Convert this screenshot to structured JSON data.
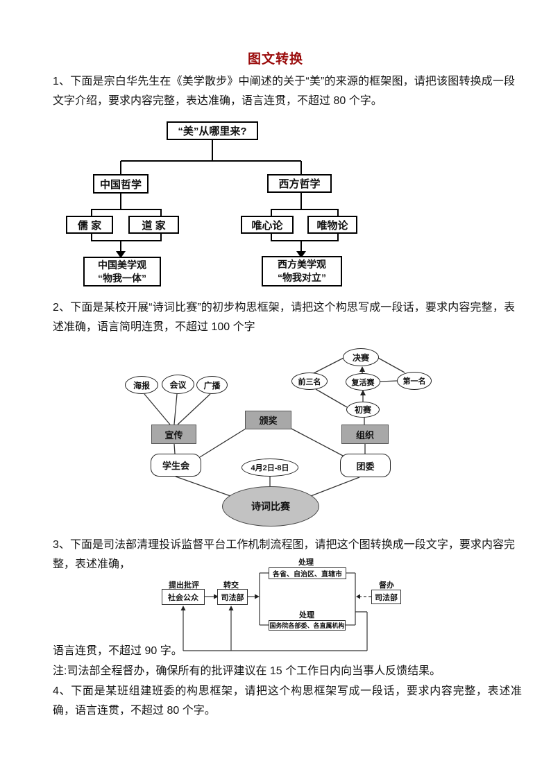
{
  "title": "图文转换",
  "colors": {
    "title_red": "#9a0b0b",
    "gray_node_fill": "#a8a8a8",
    "big_ellipse_fill": "#c2c2c2"
  },
  "paragraphs": {
    "p1": "1、下面是宗白华先生在《美学散步》中阐述的关于“美”的来源的框架图，请把该图转换成一段文字介绍，要求内容完整，表达准确，语言连贯，不超过 80 个字。",
    "p2": "2、下面是某校开展“诗词比赛”的初步构思框架，请把这个构思写成一段话，要求内容完整，表述准确，语言简明连贯，不超过 100 个字",
    "p3a": "3、下面是司法部清理投诉监督平台工作机制流程图，请把这个图转换成一段文字，要求内容完整，表述准确，",
    "p3b": "语言连贯，不超过 90 字。",
    "note": "注:司法部全程督办，确保所有的批评建议在 15 个工作日内向当事人反馈结果。",
    "p4": "4、下面是某班组建班委的构思框架，请把这个构思框架写成一段话，要求内容完整，表述准确，语言连贯，不超过 80 个字。"
  },
  "diagram1": {
    "root": "“美”从哪里来?",
    "china": "中国哲学",
    "west": "西方哲学",
    "rujia": "儒 家",
    "daojia": "道 家",
    "weixinlun": "唯心论",
    "weiwulun": "唯物论",
    "china_result_line1": "中国美学观",
    "china_result_line2": "“物我一体”",
    "west_result_line1": "西方美学观",
    "west_result_line2": "“物我对立”"
  },
  "diagram2": {
    "haibao": "海报",
    "huiyi": "会议",
    "guangbo": "广播",
    "xuanchuan": "宣传",
    "xueshenghui": "学生会",
    "banjiang": "颁奖",
    "date": "4月2日-8日",
    "shicibisai": "诗词比赛",
    "qiansanming": "前三名",
    "juesai": "决赛",
    "fuhuosai": "复活赛",
    "diyiming": "第一名",
    "chusai": "初赛",
    "zuzhi": "组织",
    "tuanwei": "团委"
  },
  "diagram3": {
    "chuli_top": "处理",
    "provinces": "各省、自治区、直辖市",
    "tichupiping": "提出批评",
    "shehuigongzhong": "社会公众",
    "zhuanjiao": "转交",
    "sifabu": "司法部",
    "duban": "督办",
    "sifabu_right": "司法部",
    "chuli_bottom": "处理",
    "guowuyuan": "国务院各部委、各直属机构"
  }
}
